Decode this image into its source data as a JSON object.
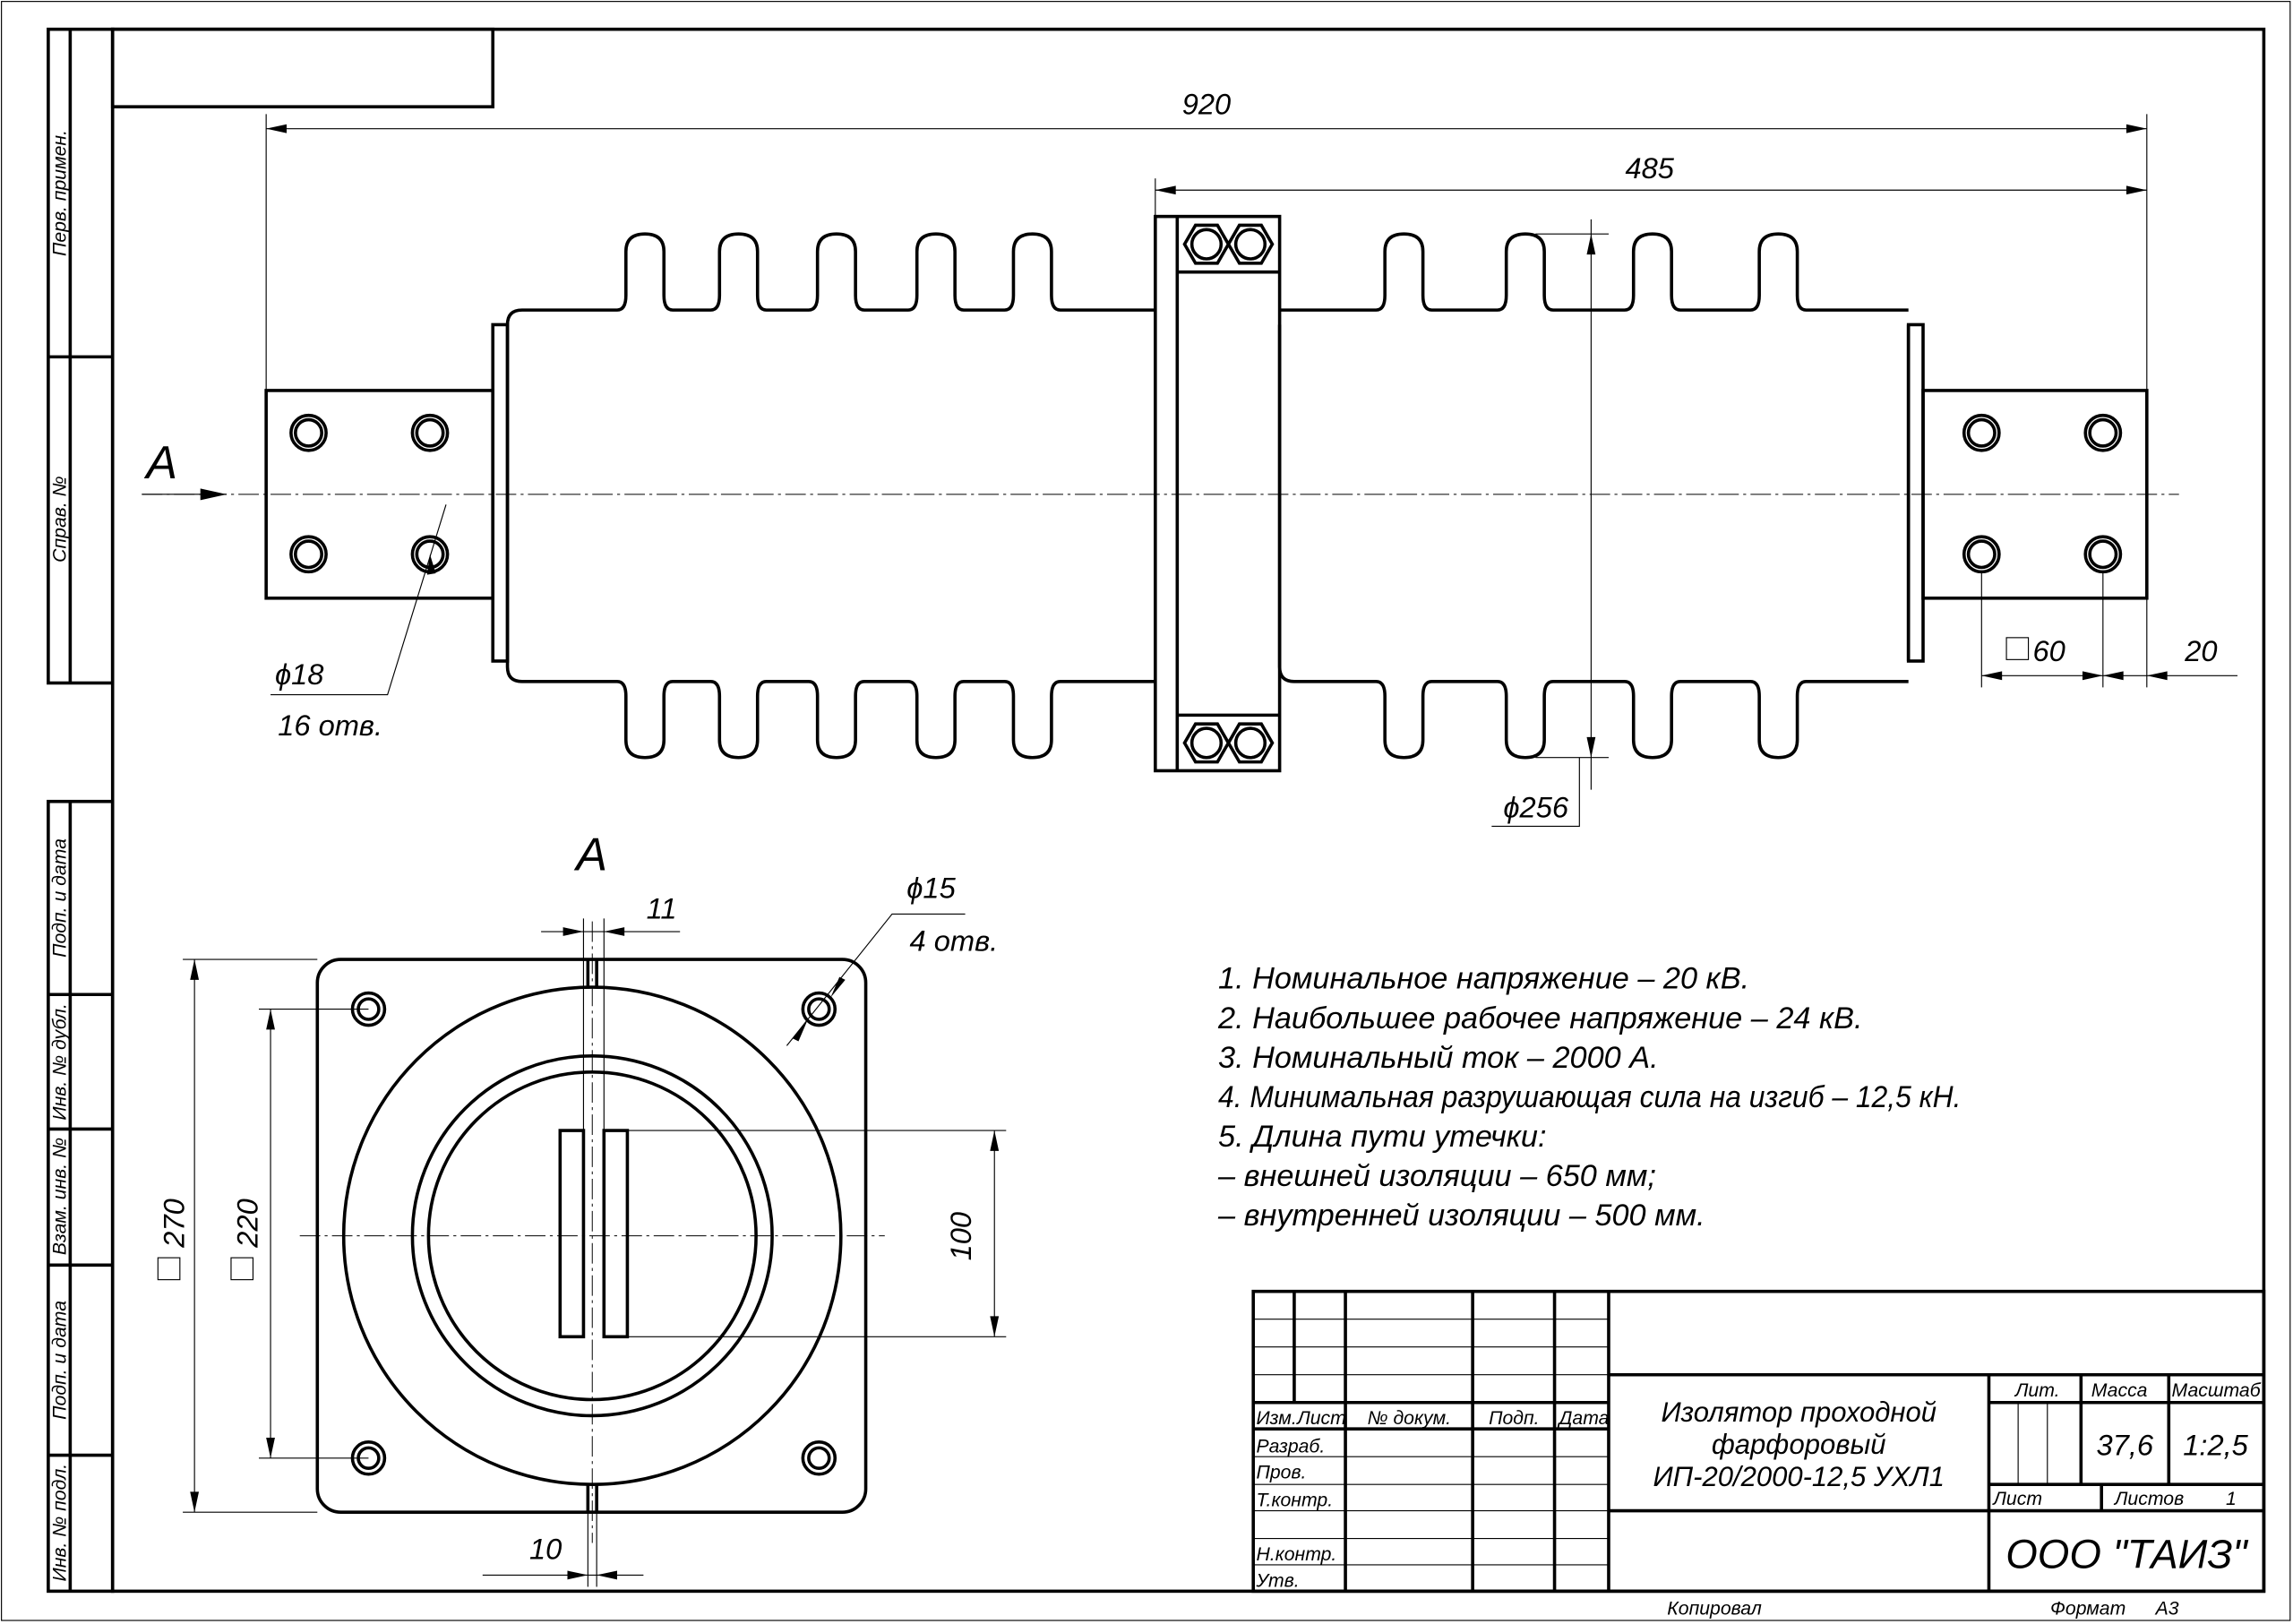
{
  "side_stamp": {
    "top": [
      "Перв. примен.",
      "Справ. №"
    ],
    "bottom": [
      "Подп. и дата",
      "Инв. № дубл.",
      "Взам. инв. №",
      "Подп. и дата",
      "Инв. № подл."
    ]
  },
  "main_view": {
    "view_marker": "А",
    "dim_overall": "920",
    "dim_half": "485",
    "dim_diameter": "ϕ256",
    "dim_hole": "ϕ18",
    "dim_hole_count": "16 отв.",
    "dim_square": "60",
    "dim_edge": "20"
  },
  "view_a": {
    "title": "А",
    "dim_slot_gap": "11",
    "dim_hole": "ϕ15",
    "dim_hole_count": "4 отв.",
    "dim_outer": "270",
    "dim_inner": "220",
    "dim_slot_len": "100",
    "dim_bottom_gap": "10"
  },
  "notes": [
    "1. Номинальное напряжение – 20 кВ.",
    "2. Наибольшее рабочее напряжение – 24 кВ.",
    "3. Номинальный ток – 2000 А.",
    "4. Минимальная разрушающая сила на изгиб – 12,5 кН.",
    "5.  Длина пути утечки:",
    "– внешней изоляции – 650 мм;",
    "– внутренней изоляции – 500 мм."
  ],
  "title_block": {
    "headers": {
      "izm": "Изм.",
      "list": "Лист",
      "doc": "№ докум.",
      "sign": "Подп.",
      "date": "Дата"
    },
    "roles": [
      "Разраб.",
      "Пров.",
      "Т.контр.",
      "Н.контр.",
      "Утв."
    ],
    "name_lines": [
      "Изолятор проходной",
      "фарфоровый",
      "ИП-20/2000-12,5 УХЛ1"
    ],
    "lit_label": "Лит.",
    "mass_label": "Масса",
    "scale_label": "Масштаб",
    "mass": "37,6",
    "scale": "1:2,5",
    "sheet_label": "Лист",
    "sheets_label": "Листов",
    "sheets": "1",
    "company": "ООО \"ТАИЗ\"",
    "copied": "Копировал",
    "format_label": "Формат",
    "format": "А3"
  }
}
